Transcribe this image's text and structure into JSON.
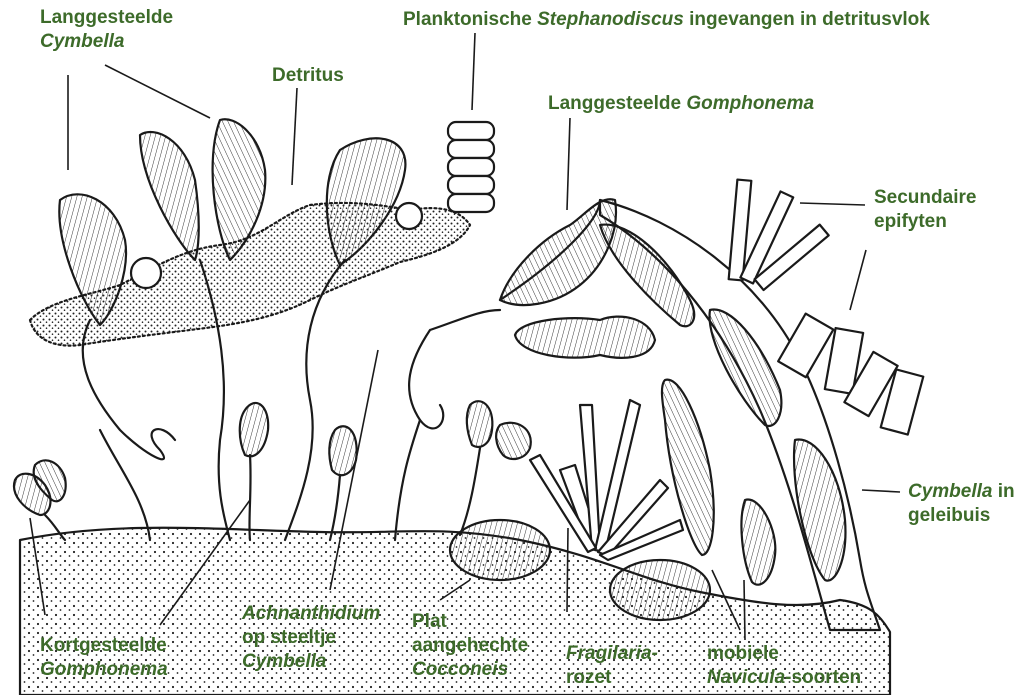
{
  "labels": {
    "langgesteelde_cymbella": {
      "l1": "Langgesteelde",
      "l2": "Cymbella"
    },
    "detritus": "Detritus",
    "planktonische": {
      "a": "Planktonische ",
      "b": "Stephanodiscus",
      "c": " ingevangen in detritusvlok"
    },
    "langgesteelde_gomphonema": {
      "a": "Langgesteelde ",
      "b": "Gomphonema"
    },
    "secundaire_epifyten": {
      "l1": "Secundaire",
      "l2": "epifyten"
    },
    "cymbella_geleibuis": {
      "a": "Cymbella",
      "b": " in",
      "l2": "geleibuis"
    },
    "kortgesteelde_gomphonema": {
      "l1": "Kortgesteelde",
      "l2": "Gomphonema"
    },
    "achnanthidium": {
      "l1": "Achnanthidium",
      "l2": "op steeltje",
      "l3": "Cymbella"
    },
    "plat_cocconeis": {
      "l1": "Plat",
      "l2": "aangehechte",
      "l3": "Cocconeis"
    },
    "fragilaria": {
      "l1": "Fragilaria-",
      "l2": "rozet"
    },
    "mobiele_navicula": {
      "l1": "mobiele",
      "l2a": "Navicula",
      "l2b": "-soorten"
    }
  },
  "colors": {
    "label_green": "#3d6b2a",
    "ink": "#1a1a1a",
    "background": "#ffffff"
  }
}
